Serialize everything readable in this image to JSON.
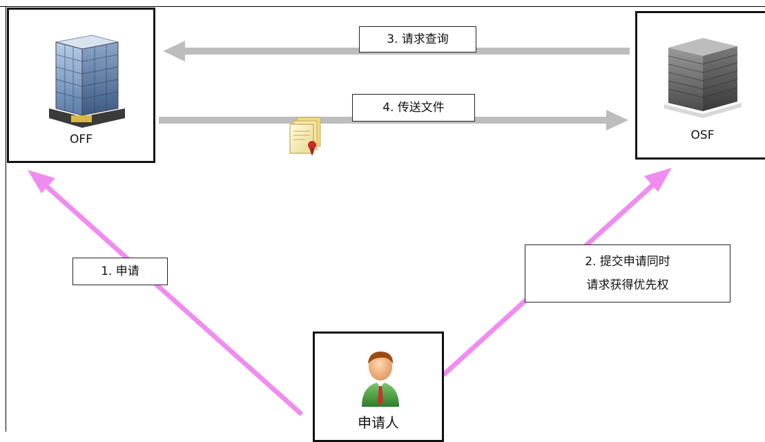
{
  "nodes": {
    "off": {
      "label": "OFF",
      "icon": "office-building-icon"
    },
    "osf": {
      "label": "OSF",
      "icon": "office-building-icon"
    },
    "applicant": {
      "label": "申请人",
      "icon": "person-icon"
    }
  },
  "steps": {
    "step1": {
      "label": "1. 申请"
    },
    "step2": {
      "line1": "2. 提交申请同时",
      "line2": "请求获得优先权"
    },
    "step3": {
      "label": "3. 请求查询"
    },
    "step4": {
      "label": "4. 传送文件"
    }
  },
  "document_icon": "certificate-document-icon",
  "colors": {
    "gray_arrow": "#bdbdbd",
    "pink_arrow": "#f08cf0"
  }
}
